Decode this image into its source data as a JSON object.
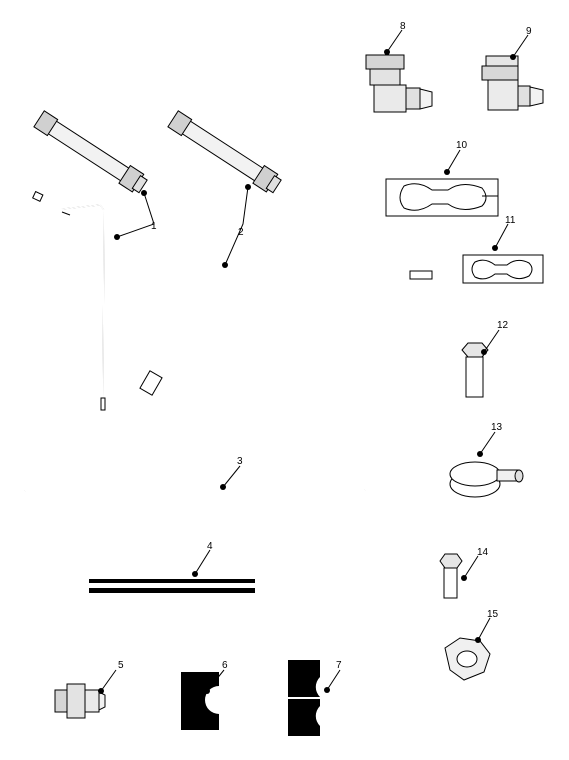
{
  "callouts": [
    {
      "id": "1",
      "label": "1"
    },
    {
      "id": "2",
      "label": "2"
    },
    {
      "id": "3",
      "label": "3"
    },
    {
      "id": "4",
      "label": "4"
    },
    {
      "id": "5",
      "label": "5"
    },
    {
      "id": "6",
      "label": "6"
    },
    {
      "id": "7",
      "label": "7"
    },
    {
      "id": "8",
      "label": "8"
    },
    {
      "id": "9",
      "label": "9"
    },
    {
      "id": "10",
      "label": "10"
    },
    {
      "id": "11",
      "label": "11"
    },
    {
      "id": "12",
      "label": "12"
    },
    {
      "id": "13",
      "label": "13"
    },
    {
      "id": "14",
      "label": "14"
    },
    {
      "id": "15",
      "label": "15"
    }
  ],
  "colors": {
    "line": "#000000",
    "fill_light": "#e6e6e6",
    "fill_mid": "#c8c8c8",
    "fill_dark": "#000000"
  }
}
